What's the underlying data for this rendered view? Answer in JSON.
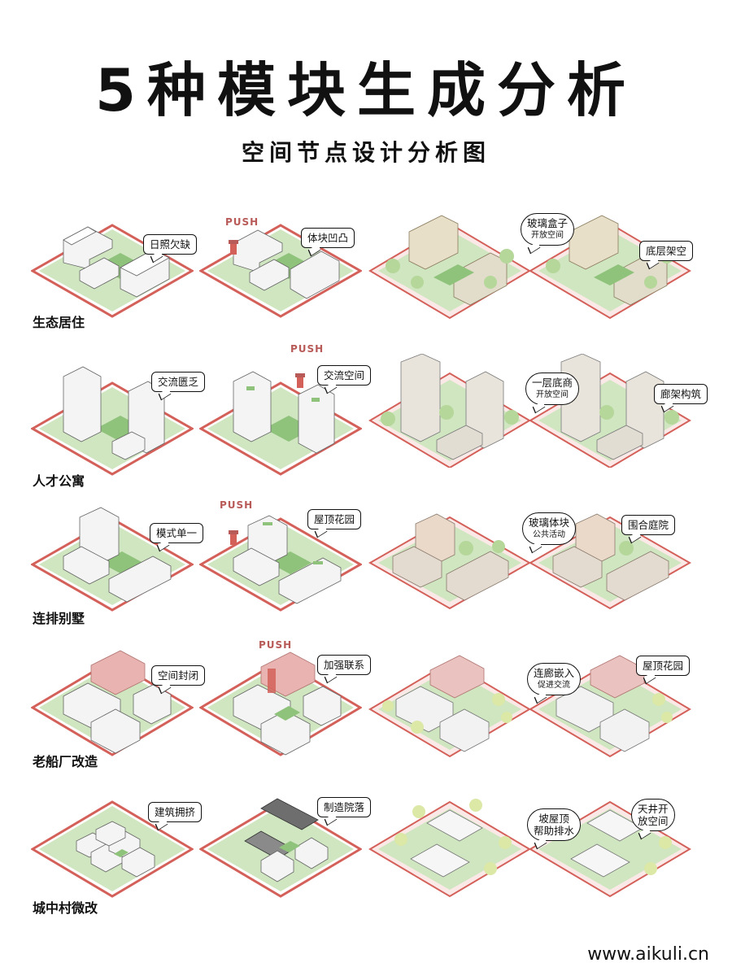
{
  "title": "5种模块生成分析",
  "subtitle": "空间节点设计分析图",
  "push_label": "PUSH",
  "watermark": "www.aikuli.cn",
  "colors": {
    "green": "#cfe6c0",
    "green_dark": "#8fc27a",
    "border_red": "#d4605a",
    "building": "#f2f2f2",
    "roof_red": "#e8b3b0",
    "roof_gray": "#6e6e6e"
  },
  "rows": [
    {
      "label": "生态居住",
      "callouts": {
        "p1": "日照欠缺",
        "p2": "体块凹凸",
        "p4a_line1": "玻璃盒子",
        "p4a_line2": "开放空间",
        "p4b": "底层架空"
      }
    },
    {
      "label": "人才公寓",
      "callouts": {
        "p1": "交流匮乏",
        "p2": "交流空间",
        "p4a_line1": "一层底商",
        "p4a_line2": "开放空间",
        "p4b": "廊架构筑"
      }
    },
    {
      "label": "连排别墅",
      "callouts": {
        "p1": "模式单一",
        "p2": "屋顶花园",
        "p4a_line1": "玻璃体块",
        "p4a_line2": "公共活动",
        "p4b": "围合庭院"
      }
    },
    {
      "label": "老船厂改造",
      "callouts": {
        "p1": "空间封闭",
        "p2": "加强联系",
        "p4a_line1": "连廊嵌入",
        "p4a_line2": "促进交流",
        "p4b": "屋顶花园"
      }
    },
    {
      "label": "城中村微改",
      "callouts": {
        "p1": "建筑拥挤",
        "p2": "制造院落",
        "p4a_line1": "坡屋顶",
        "p4a_line2": "帮助排水",
        "p4b_line1": "天井开",
        "p4b_line2": "放空间"
      }
    }
  ]
}
